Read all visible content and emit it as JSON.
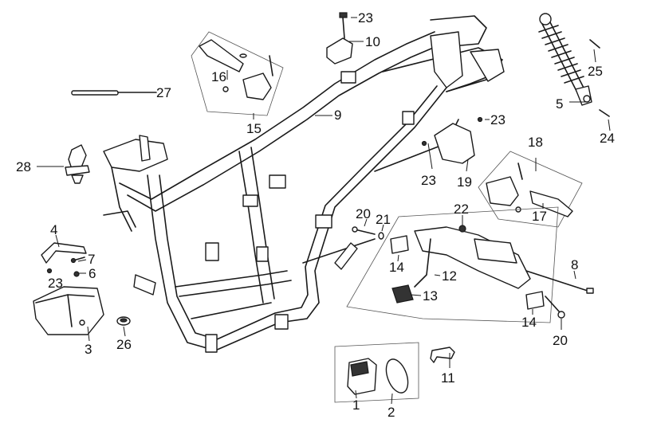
{
  "callouts": {
    "c1": "1",
    "c2": "2",
    "c3": "3",
    "c4": "4",
    "c5": "5",
    "c6": "6",
    "c7": "7",
    "c8": "8",
    "c9": "9",
    "c10": "10",
    "c11": "11",
    "c12": "12",
    "c13": "13",
    "c14a": "14",
    "c14b": "14",
    "c15": "15",
    "c16": "16",
    "c17": "17",
    "c18": "18",
    "c19": "19",
    "c20a": "20",
    "c20b": "20",
    "c21": "21",
    "c22": "22",
    "c23a": "23",
    "c23b": "23",
    "c23c": "23",
    "c23d": "23",
    "c24": "24",
    "c25": "25",
    "c26": "26",
    "c27": "27",
    "c28": "28"
  }
}
